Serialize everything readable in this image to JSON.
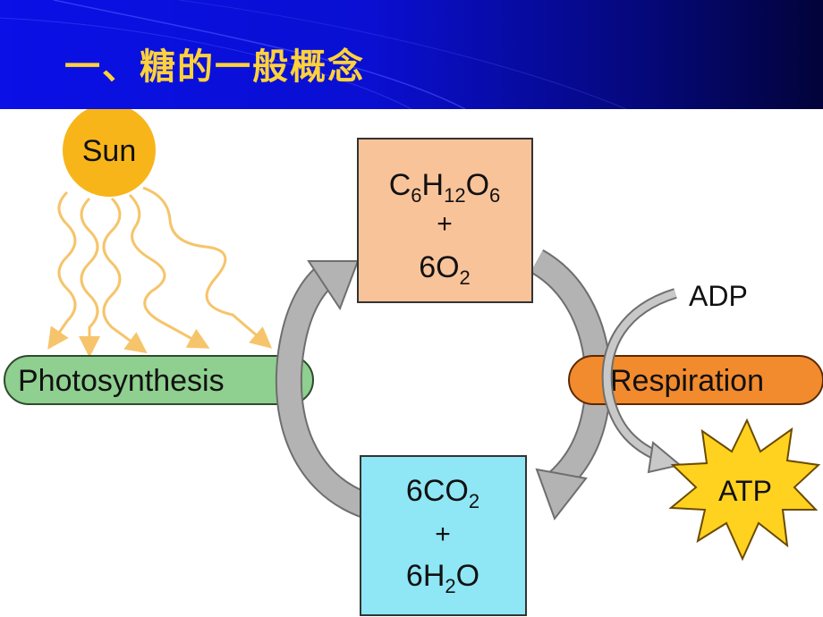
{
  "slide": {
    "title": "一、糖的一般概念"
  },
  "diagram": {
    "sun_label": "Sun",
    "photosynthesis_label": "Photosynthesis",
    "respiration_label": "Respiration",
    "adp_label": "ADP",
    "atp_label": "ATP",
    "top_box": {
      "formula_html": "C6H12O6",
      "plus": "+",
      "o2": "6O2"
    },
    "bottom_box": {
      "co2": "6CO2",
      "plus": "+",
      "h2o": "6H2O"
    }
  },
  "colors": {
    "sun": "#f7b51a",
    "photosynthesis": "#8fcf8f",
    "respiration": "#f28a2e",
    "top_box": "#f9c39a",
    "bottom_box": "#8fe6f5",
    "atp": "#ffd21f",
    "arrow": "#9a9a9a",
    "light_wave": "#f6c46a"
  }
}
